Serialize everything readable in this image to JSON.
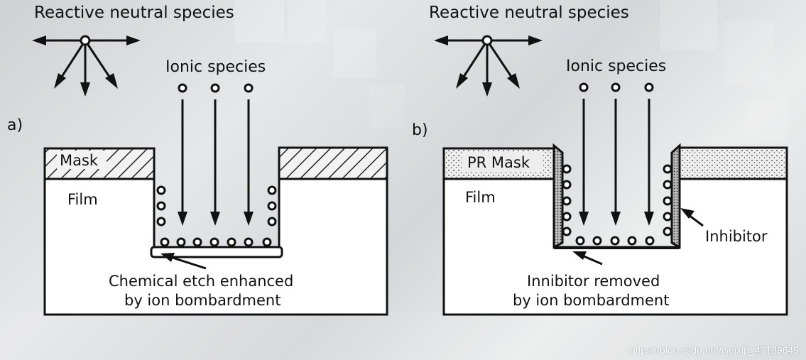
{
  "panel_a": {
    "panel_label": "a)",
    "neutral_title": "Reactive neutral species",
    "ionic_title": "Ionic species",
    "mask_label": "Mask",
    "film_label": "Film",
    "caption_line1": "Chemical etch enhanced",
    "caption_line2": "by ion bombardment"
  },
  "panel_b": {
    "panel_label": "b)",
    "neutral_title": "Reactive neutral species",
    "ionic_title": "Ionic species",
    "mask_label": "PR Mask",
    "film_label": "Film",
    "inhibitor_label": "Inhibitor",
    "caption_line1": "Innibitor removed",
    "caption_line2": "by ion bombardment"
  },
  "watermark": "https://blog.csdn.net/weixin_47139649"
}
